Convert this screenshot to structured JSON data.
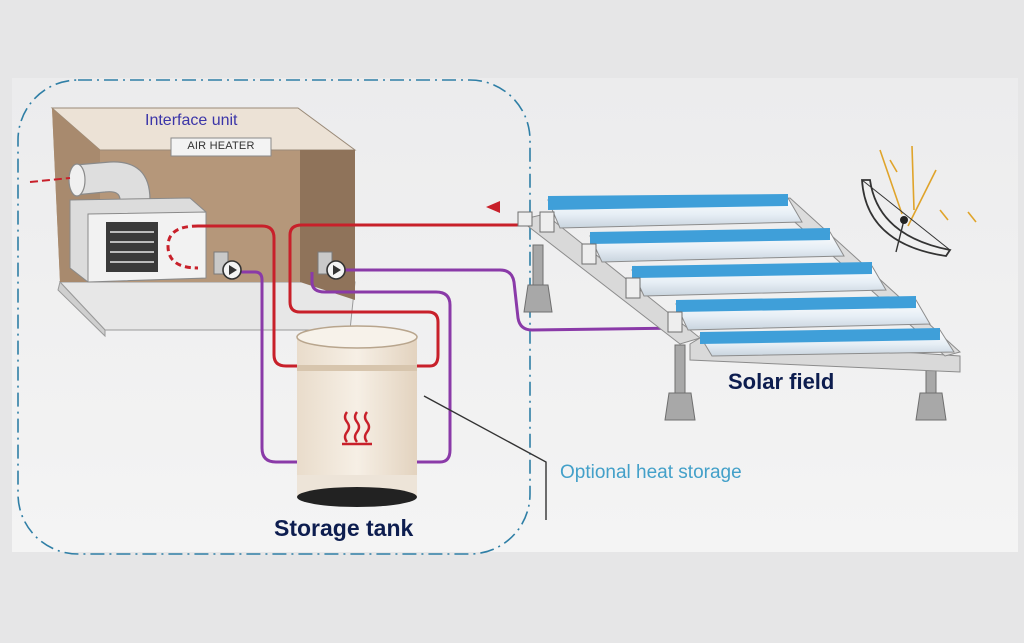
{
  "labels": {
    "interface_unit": "Interface unit",
    "air_heater": "AIR HEATER",
    "solar_field": "Solar field",
    "storage_tank": "Storage tank",
    "optional_heat_storage": "Optional heat storage"
  },
  "icons": {
    "heat_symbol": "heat-waves-icon",
    "pump_symbol": "pump-icon",
    "sun_rays": "sun-rays-icon",
    "flow_arrow": "flow-direction-arrow-icon"
  },
  "colors": {
    "hot_line": "#c8202a",
    "cold_line": "#8a3aa8",
    "collector_blue": "#3f9fd9",
    "dashed_boundary": "#2f7fa6",
    "optional_label": "#43a0c9",
    "title_label": "#0d1d4f",
    "interface_label": "#3b35a8"
  }
}
